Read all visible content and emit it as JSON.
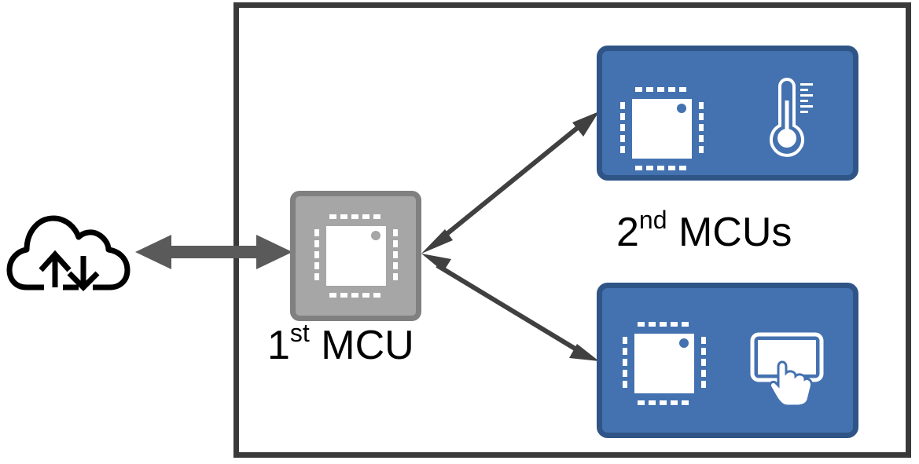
{
  "diagram": {
    "cloud": {
      "icon": "cloud-upload-download-icon"
    },
    "primary_mcu": {
      "label_number": "1",
      "label_suffix": "st",
      "label_text": "MCU",
      "icon": "microchip-icon",
      "colors": {
        "fill": "#a6a6a6",
        "border": "#808080"
      }
    },
    "secondary_mcus": {
      "label_number": "2",
      "label_suffix": "nd",
      "label_text": "MCUs",
      "colors": {
        "fill": "#4472b0",
        "border": "#2f5587"
      },
      "units": [
        {
          "name": "sensor-mcu",
          "chip_icon": "microchip-icon",
          "peripheral_icon": "thermometer-icon"
        },
        {
          "name": "touch-mcu",
          "chip_icon": "microchip-icon",
          "peripheral_icon": "touchscreen-icon"
        }
      ]
    },
    "connections": [
      {
        "from": "cloud",
        "to": "primary_mcu",
        "type": "bidirectional"
      },
      {
        "from": "primary_mcu",
        "to": "sensor-mcu",
        "type": "bidirectional"
      },
      {
        "from": "primary_mcu",
        "to": "touch-mcu",
        "type": "bidirectional"
      }
    ],
    "colors": {
      "frame": "#3a3a3a",
      "arrow": "#404040",
      "cloud_arrow": "#5a5a5a"
    }
  }
}
